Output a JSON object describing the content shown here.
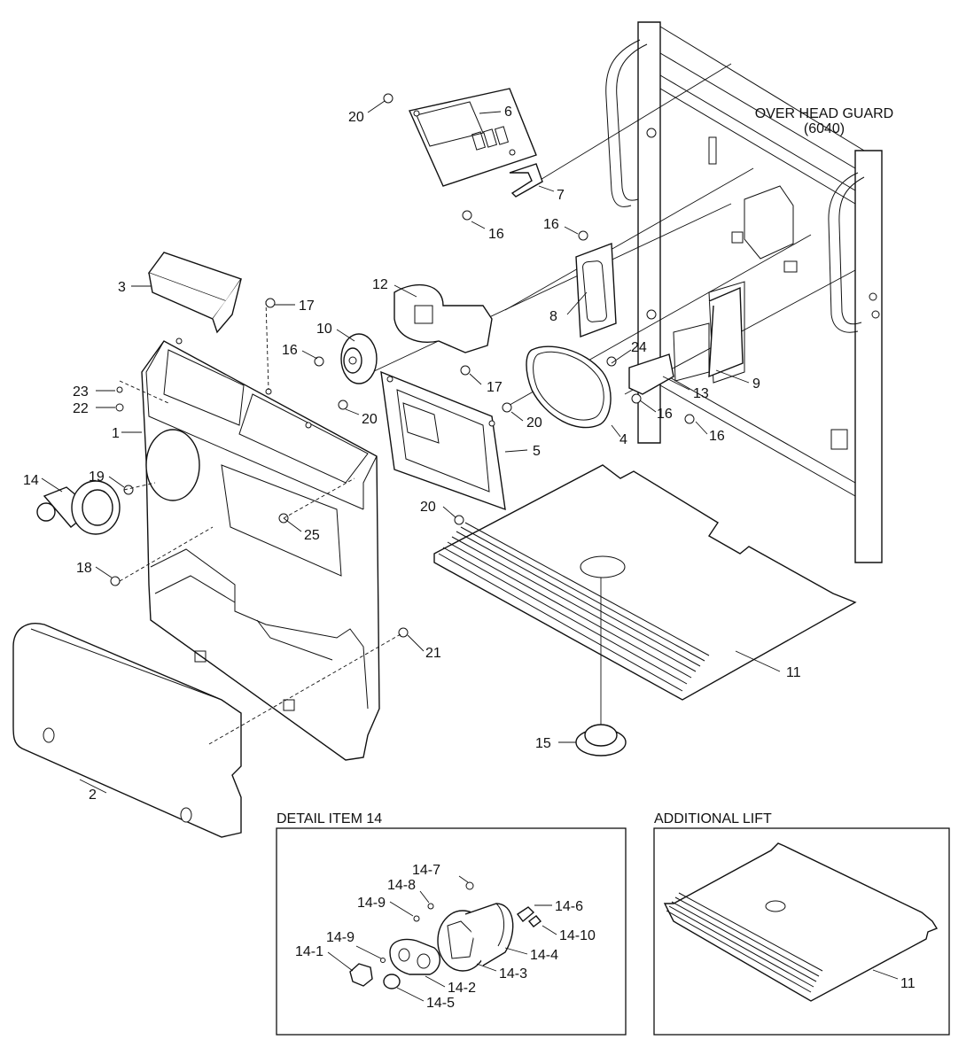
{
  "guard": {
    "line1": "OVER HEAD GUARD",
    "line2": "(6040)"
  },
  "detail_title": "DETAIL ITEM 14",
  "additional_title": "ADDITIONAL LIFT",
  "callouts": {
    "c1": "1",
    "c2": "2",
    "c3": "3",
    "c4": "4",
    "c5": "5",
    "c6": "6",
    "c7": "7",
    "c8": "8",
    "c9": "9",
    "c10": "10",
    "c11": "11",
    "c12": "12",
    "c13": "13",
    "c14": "14",
    "c15": "15",
    "c16": "16",
    "c17": "17",
    "c18": "18",
    "c19": "19",
    "c20": "20",
    "c21": "21",
    "c22": "22",
    "c23": "23",
    "c24": "24",
    "c25": "25"
  },
  "detail_callouts": {
    "d1": "14-1",
    "d2": "14-2",
    "d3": "14-3",
    "d4": "14-4",
    "d5": "14-5",
    "d6": "14-6",
    "d7": "14-7",
    "d8": "14-8",
    "d9": "14-9",
    "d10": "14-10"
  },
  "additional_callouts": {
    "a11": "11"
  }
}
